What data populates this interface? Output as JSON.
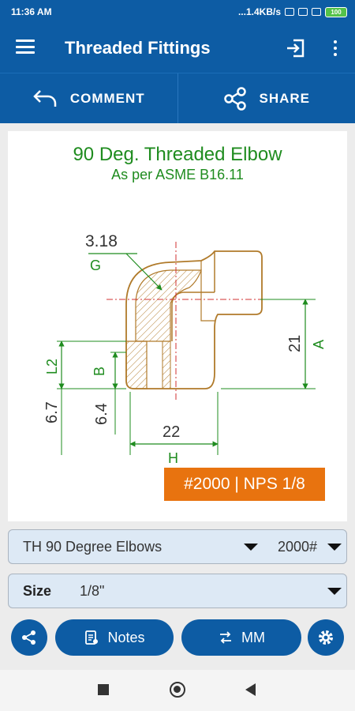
{
  "status_bar": {
    "time": "11:36 AM",
    "network_speed": "...1.4KB/s",
    "battery": "100"
  },
  "app_bar": {
    "title": "Threaded Fittings"
  },
  "actions": {
    "comment_label": "COMMENT",
    "share_label": "SHARE"
  },
  "card": {
    "title": "90 Deg. Threaded Elbow",
    "subtitle": "As per ASME B16.11",
    "badge": "#2000 | NPS 1/8",
    "dims": {
      "g_value": "3.18",
      "g_label": "G",
      "a_value": "21",
      "a_label": "A",
      "h_value": "22",
      "h_label": "H",
      "l2_label": "L2",
      "l2_value": "6.7",
      "b_label": "B",
      "b_value": "6.4"
    }
  },
  "selectors": {
    "fitting_type": "TH 90 Degree Elbows",
    "class_value": "2000#",
    "size_label": "Size",
    "size_value": "1/8\""
  },
  "buttons": {
    "notes_label": "Notes",
    "units_label": "MM"
  },
  "colors": {
    "primary": "#0d5ca4",
    "accent": "#e8730f",
    "dimension_green": "#1f8c1f",
    "fitting_outline": "#b07a2a",
    "centerline": "#d03030"
  }
}
